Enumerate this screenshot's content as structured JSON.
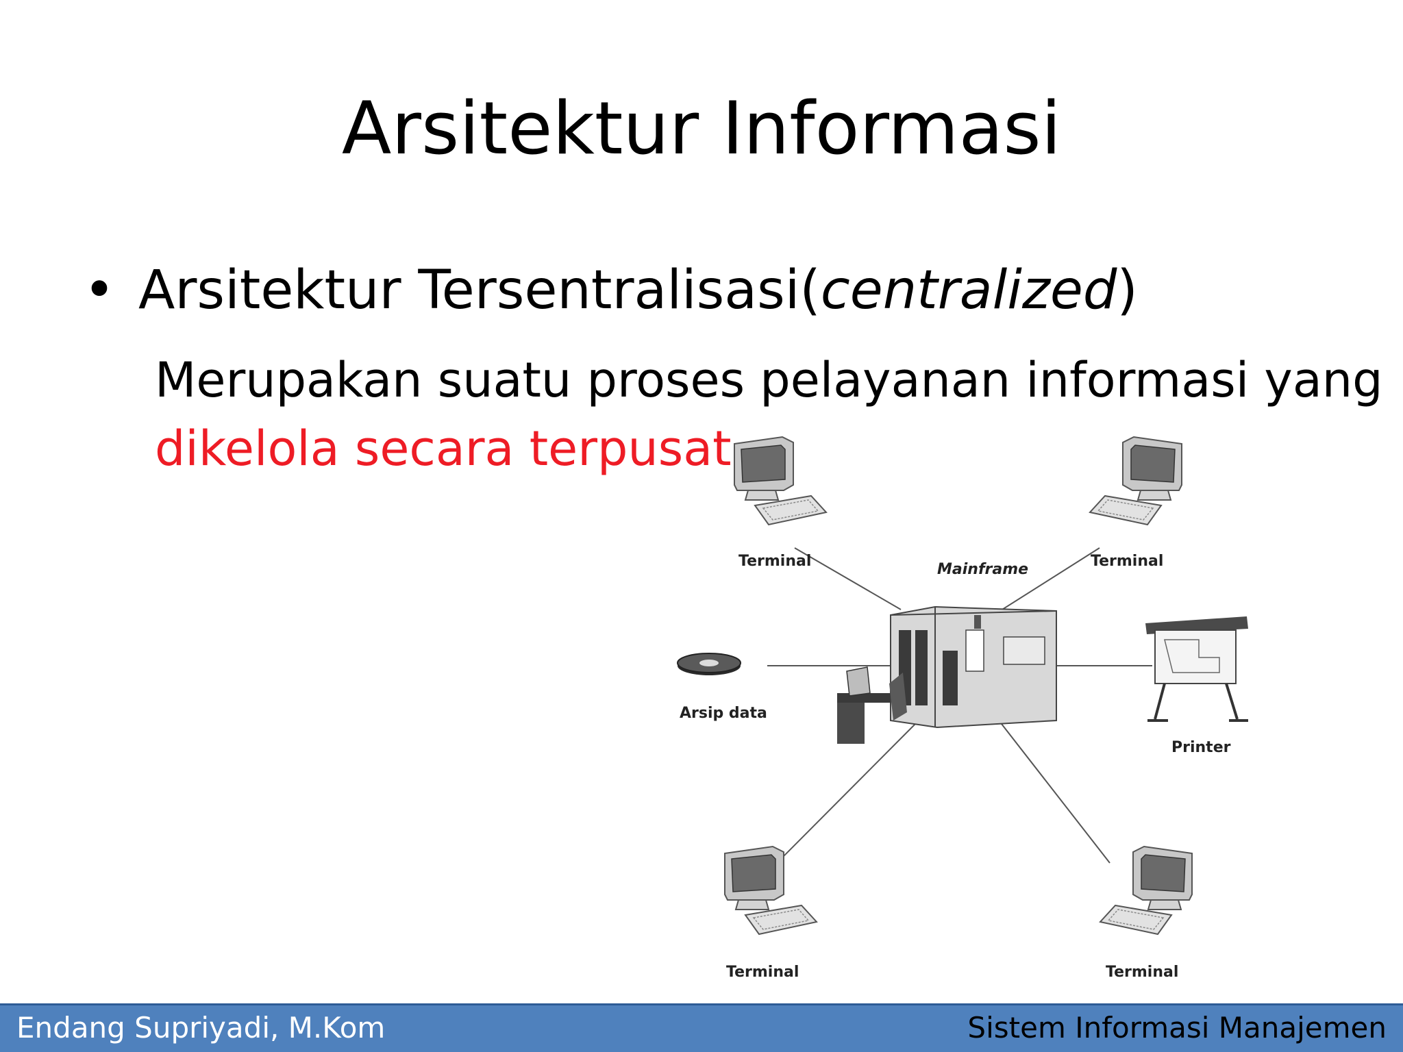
{
  "slide": {
    "title": "Arsitektur Informasi",
    "bullet": {
      "symbol": "•",
      "text": "Arsitektur Tersentralisasi(",
      "italic": "centralized",
      "close": ")"
    },
    "description": {
      "line1": "Merupakan suatu proses pelayanan informasi yang",
      "line2": "dikelola secara terpusat",
      "highlight_color": "#ee1c25"
    }
  },
  "diagram": {
    "center": "Mainframe",
    "nodes": {
      "terminal_tl": "Terminal",
      "terminal_tr": "Terminal",
      "archive": "Arsip data",
      "printer": "Printer",
      "terminal_bl": "Terminal",
      "terminal_br": "Terminal"
    }
  },
  "footer": {
    "left": "Endang Supriyadi, M.Kom",
    "right": "Sistem Informasi Manajemen",
    "color": "#4f81bd"
  }
}
